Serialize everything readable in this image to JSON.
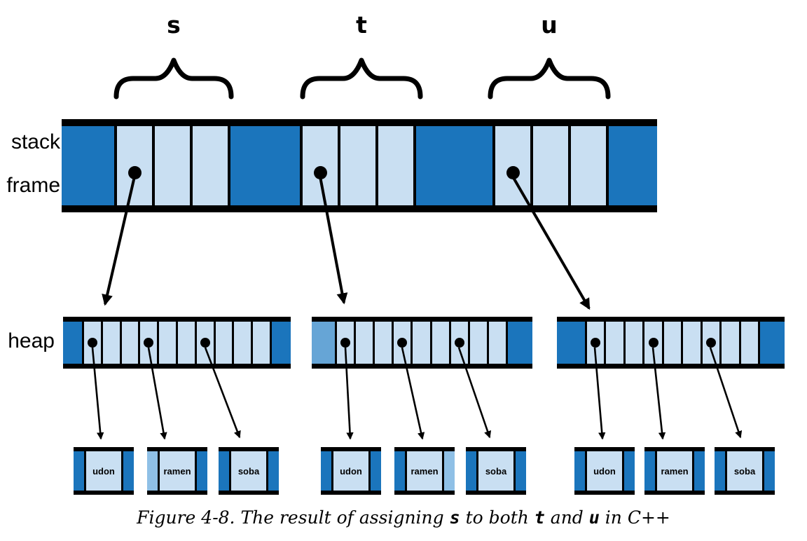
{
  "figure": {
    "variables": [
      {
        "label": "s"
      },
      {
        "label": "t"
      },
      {
        "label": "u"
      }
    ],
    "stack_label": {
      "line1": "stack",
      "line2": "frame"
    },
    "heap_label": "heap",
    "string_boxes": [
      {
        "label": "udon"
      },
      {
        "label": "ramen"
      },
      {
        "label": "soba"
      },
      {
        "label": "udon"
      },
      {
        "label": "ramen"
      },
      {
        "label": "soba"
      },
      {
        "label": "udon"
      },
      {
        "label": "ramen"
      },
      {
        "label": "soba"
      }
    ],
    "caption": {
      "text_1": "Figure 4-8. The result of assigning ",
      "var_1": "s",
      "text_2": " to both ",
      "var_2": "t",
      "text_3": " and ",
      "var_3": "u",
      "text_4": " in C++"
    },
    "colors": {
      "dark_blue": "#1b75bc",
      "light_blue": "#c9dff2",
      "medium_blue": "#66a5d6",
      "outline": "#000000"
    }
  }
}
